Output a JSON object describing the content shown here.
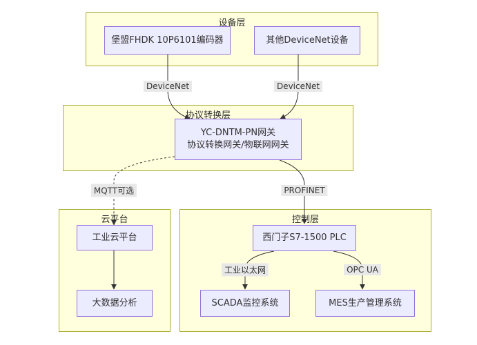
{
  "clusters": {
    "device": "设备层",
    "protocol": "协议转换层",
    "cloud": "云平台",
    "control": "控制层"
  },
  "nodes": {
    "encoder": "堡盟FHDK 10P6101编码器",
    "other_devices": "其他DeviceNet设备",
    "gateway_line1": "YC-DNTM-PN网关",
    "gateway_line2": "协议转换网关/物联网网关",
    "industrial_cloud": "工业云平台",
    "big_data": "大数据分析",
    "plc": "西门子S7-1500 PLC",
    "scada": "SCADA监控系统",
    "mes": "MES生产管理系统"
  },
  "edges": {
    "devicenet_left": "DeviceNet",
    "devicenet_right": "DeviceNet",
    "mqtt": "MQTT可选",
    "profinet": "PROFINET",
    "ethernet": "工业以太网",
    "opcua": "OPC UA"
  },
  "colors": {
    "cluster_fill": "#ffffde",
    "cluster_border": "#aaaa33",
    "node_fill": "#ececff",
    "node_border": "#9370db",
    "edge": "#333333"
  }
}
